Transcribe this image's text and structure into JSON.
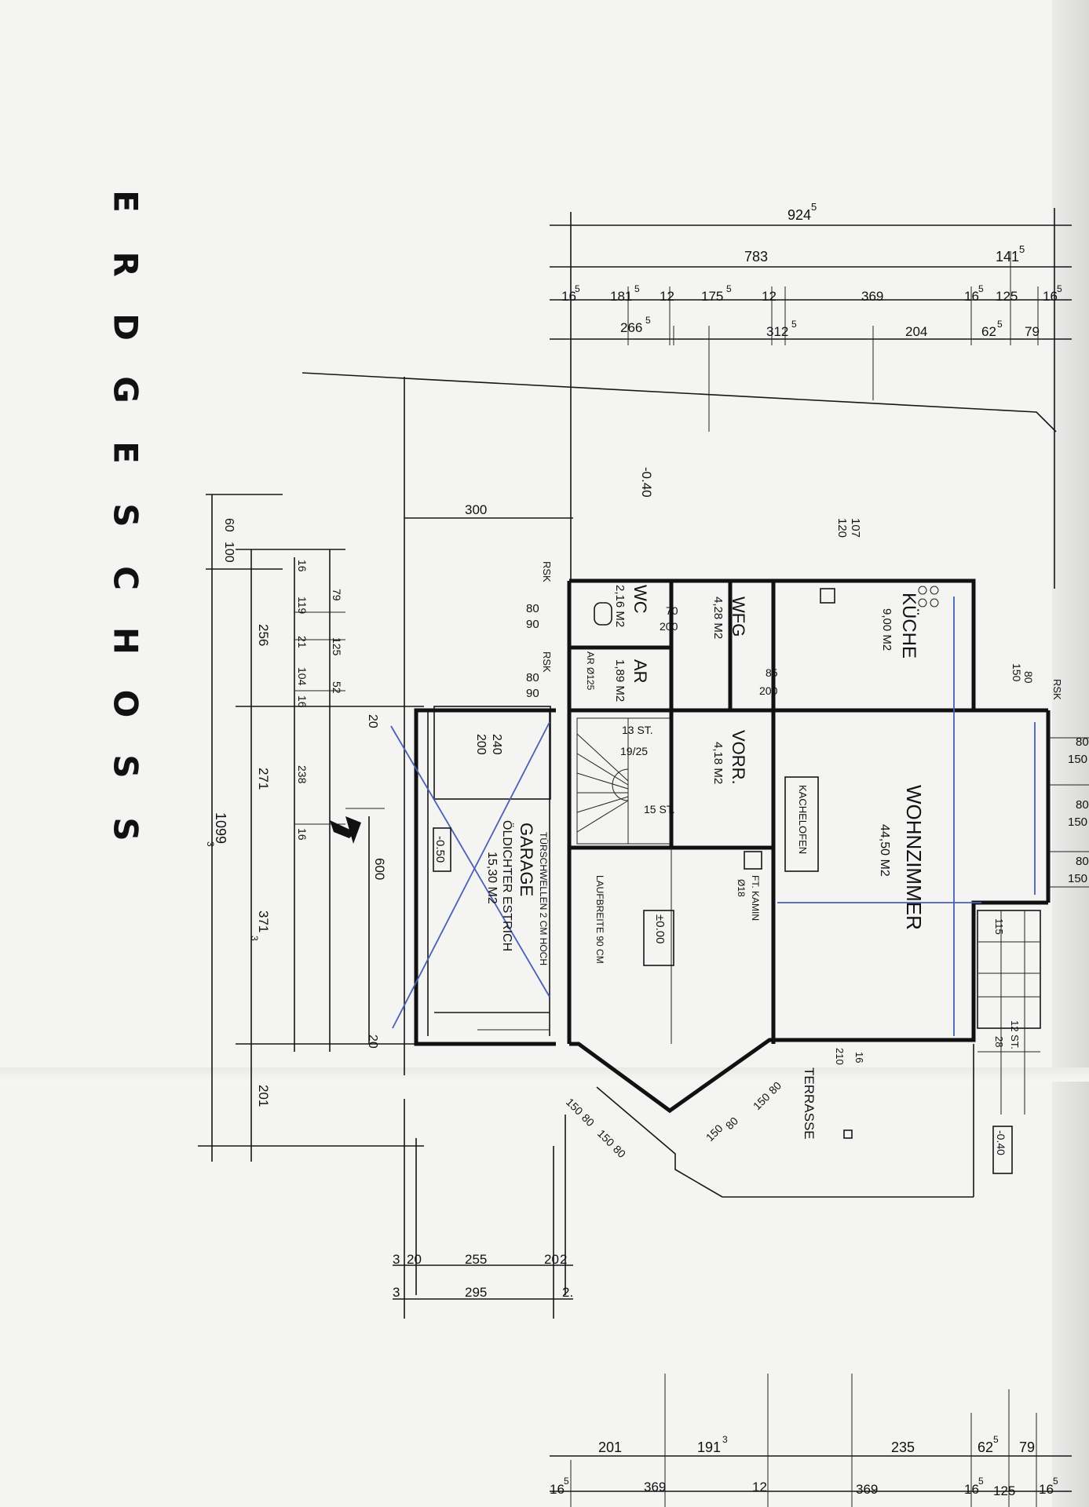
{
  "title": "ERDGESCHOSS",
  "rooms": {
    "wc": {
      "name": "WC",
      "area": "2,16 M2"
    },
    "ar": {
      "name": "AR",
      "area": "1,89 M2"
    },
    "wfg": {
      "name": "WFG",
      "area": "4,28 M2"
    },
    "vorr": {
      "name": "VORR.",
      "area": "4,18 M2"
    },
    "kueche": {
      "name": "KÜCHE",
      "area": "9,00 M2"
    },
    "wohnzimmer": {
      "name": "WOHNZIMMER",
      "area": "44,50 M2"
    },
    "garage": {
      "name": "GARAGE",
      "floor": "ÖLDICHTER ESTRICH",
      "area": "15,30 M2"
    },
    "terrasse": {
      "name": "TERRASSE"
    }
  },
  "labels": {
    "kacheloefen": "KACHELOFEN",
    "kamin": "FT. KAMIN",
    "kamin_dia": "Ø18",
    "tuerschwellen": "TÜRSCHWELLEN 2 CM HOCH",
    "laufbreite": "LAUFBREITE 90 CM",
    "level_zero": "±0.00",
    "level_garage": "-0.50",
    "level_top": "-0.40",
    "level_terrace": "-0.40",
    "stair_13": "13 ST.",
    "stair_15": "15 ST.",
    "stair_12": "12 ST.",
    "stair_19_25": "19/25",
    "rsk1": "RSK",
    "rsk2": "RSK",
    "rsk3": "RSK",
    "ar_pipe": "AR Ø125"
  },
  "dims_top": {
    "total": "924",
    "total_sup": "5",
    "d783": "783",
    "d141": "141",
    "d141_sup": "5",
    "r3": [
      "16",
      "181",
      "12",
      "175",
      "12",
      "369",
      "16",
      "125",
      "16"
    ],
    "r3_sup": [
      "5",
      "5",
      "",
      "5",
      "",
      "",
      "5",
      "",
      "5"
    ],
    "r4": [
      "266",
      "312",
      "204",
      "62",
      "79"
    ],
    "r4_sup": [
      "5",
      "5",
      "",
      "5",
      ""
    ]
  },
  "dims_left": {
    "d60": "60",
    "d100": "100",
    "d256": "256",
    "d271": "271",
    "d1099": "1099",
    "d1099_sup": "3",
    "d3713": "371",
    "d3713_sup": "3",
    "d201": "201",
    "d600": "600",
    "d300": "300",
    "c1": [
      "16",
      "119",
      "21",
      "104",
      "16",
      "238",
      "16"
    ],
    "c2": [
      "79",
      "125",
      "52"
    ]
  },
  "dims_garage": {
    "d240": "240",
    "d200": "200",
    "d20a": "20",
    "d20b": "20",
    "d80": "80",
    "d90": "90",
    "d80b": "80",
    "d90b": "90"
  },
  "dims_bottom": {
    "b1": [
      "3",
      "20",
      "255",
      "20",
      "2"
    ],
    "b2": [
      "3",
      "295",
      "2."
    ],
    "r1": [
      "201",
      "191",
      "235",
      "62",
      "79"
    ],
    "r1_sup": [
      "",
      "3",
      "",
      "5",
      ""
    ],
    "r2": [
      "16",
      "369",
      "12",
      "369",
      "16",
      "125",
      "16"
    ],
    "r2_sup": [
      "5",
      "",
      "",
      "",
      "5",
      "",
      "5"
    ]
  },
  "dims_right": [
    "80",
    "150",
    "80",
    "150",
    "80",
    "150"
  ],
  "dims_bay": [
    "150",
    "80",
    "150",
    "80",
    "80",
    "150",
    "150",
    "80"
  ],
  "dims_misc": {
    "d107": "107",
    "d120": "120",
    "d150": "150",
    "d80": "80",
    "d70": "70",
    "d200": "200",
    "d85": "85",
    "d200b": "200",
    "d210": "210",
    "d16": "16",
    "d115": "115",
    "d28": "28"
  }
}
